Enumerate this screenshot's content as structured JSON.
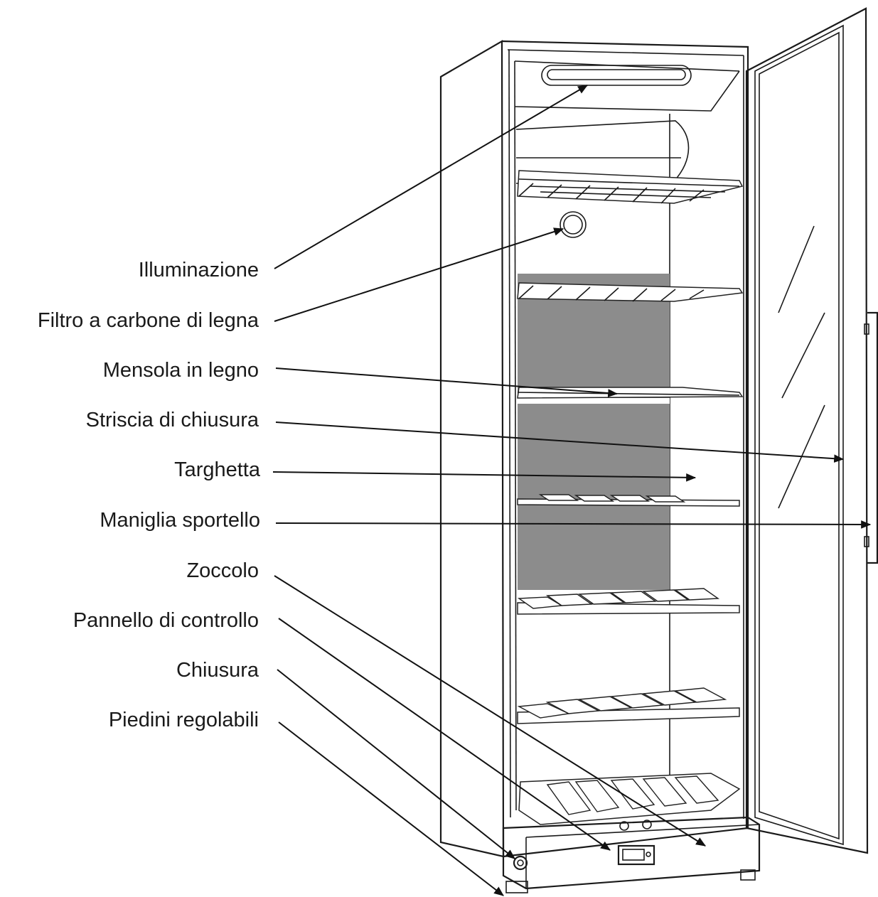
{
  "labels": [
    {
      "id": "illuminazione",
      "text": "Illuminazione"
    },
    {
      "id": "filtro",
      "text": "Filtro a carbone di legna"
    },
    {
      "id": "mensola",
      "text": "Mensola in legno"
    },
    {
      "id": "striscia",
      "text": "Striscia di chiusura"
    },
    {
      "id": "targhetta",
      "text": "Targhetta"
    },
    {
      "id": "maniglia",
      "text": "Maniglia sportello"
    },
    {
      "id": "zoccolo",
      "text": "Zoccolo"
    },
    {
      "id": "pannello",
      "text": "Pannello di controllo"
    },
    {
      "id": "chiusura",
      "text": "Chiusura"
    },
    {
      "id": "piedini",
      "text": "Piedini regolabili"
    }
  ],
  "colors": {
    "line": "#1a1a1a",
    "back_panel": "#8c8c8c"
  }
}
